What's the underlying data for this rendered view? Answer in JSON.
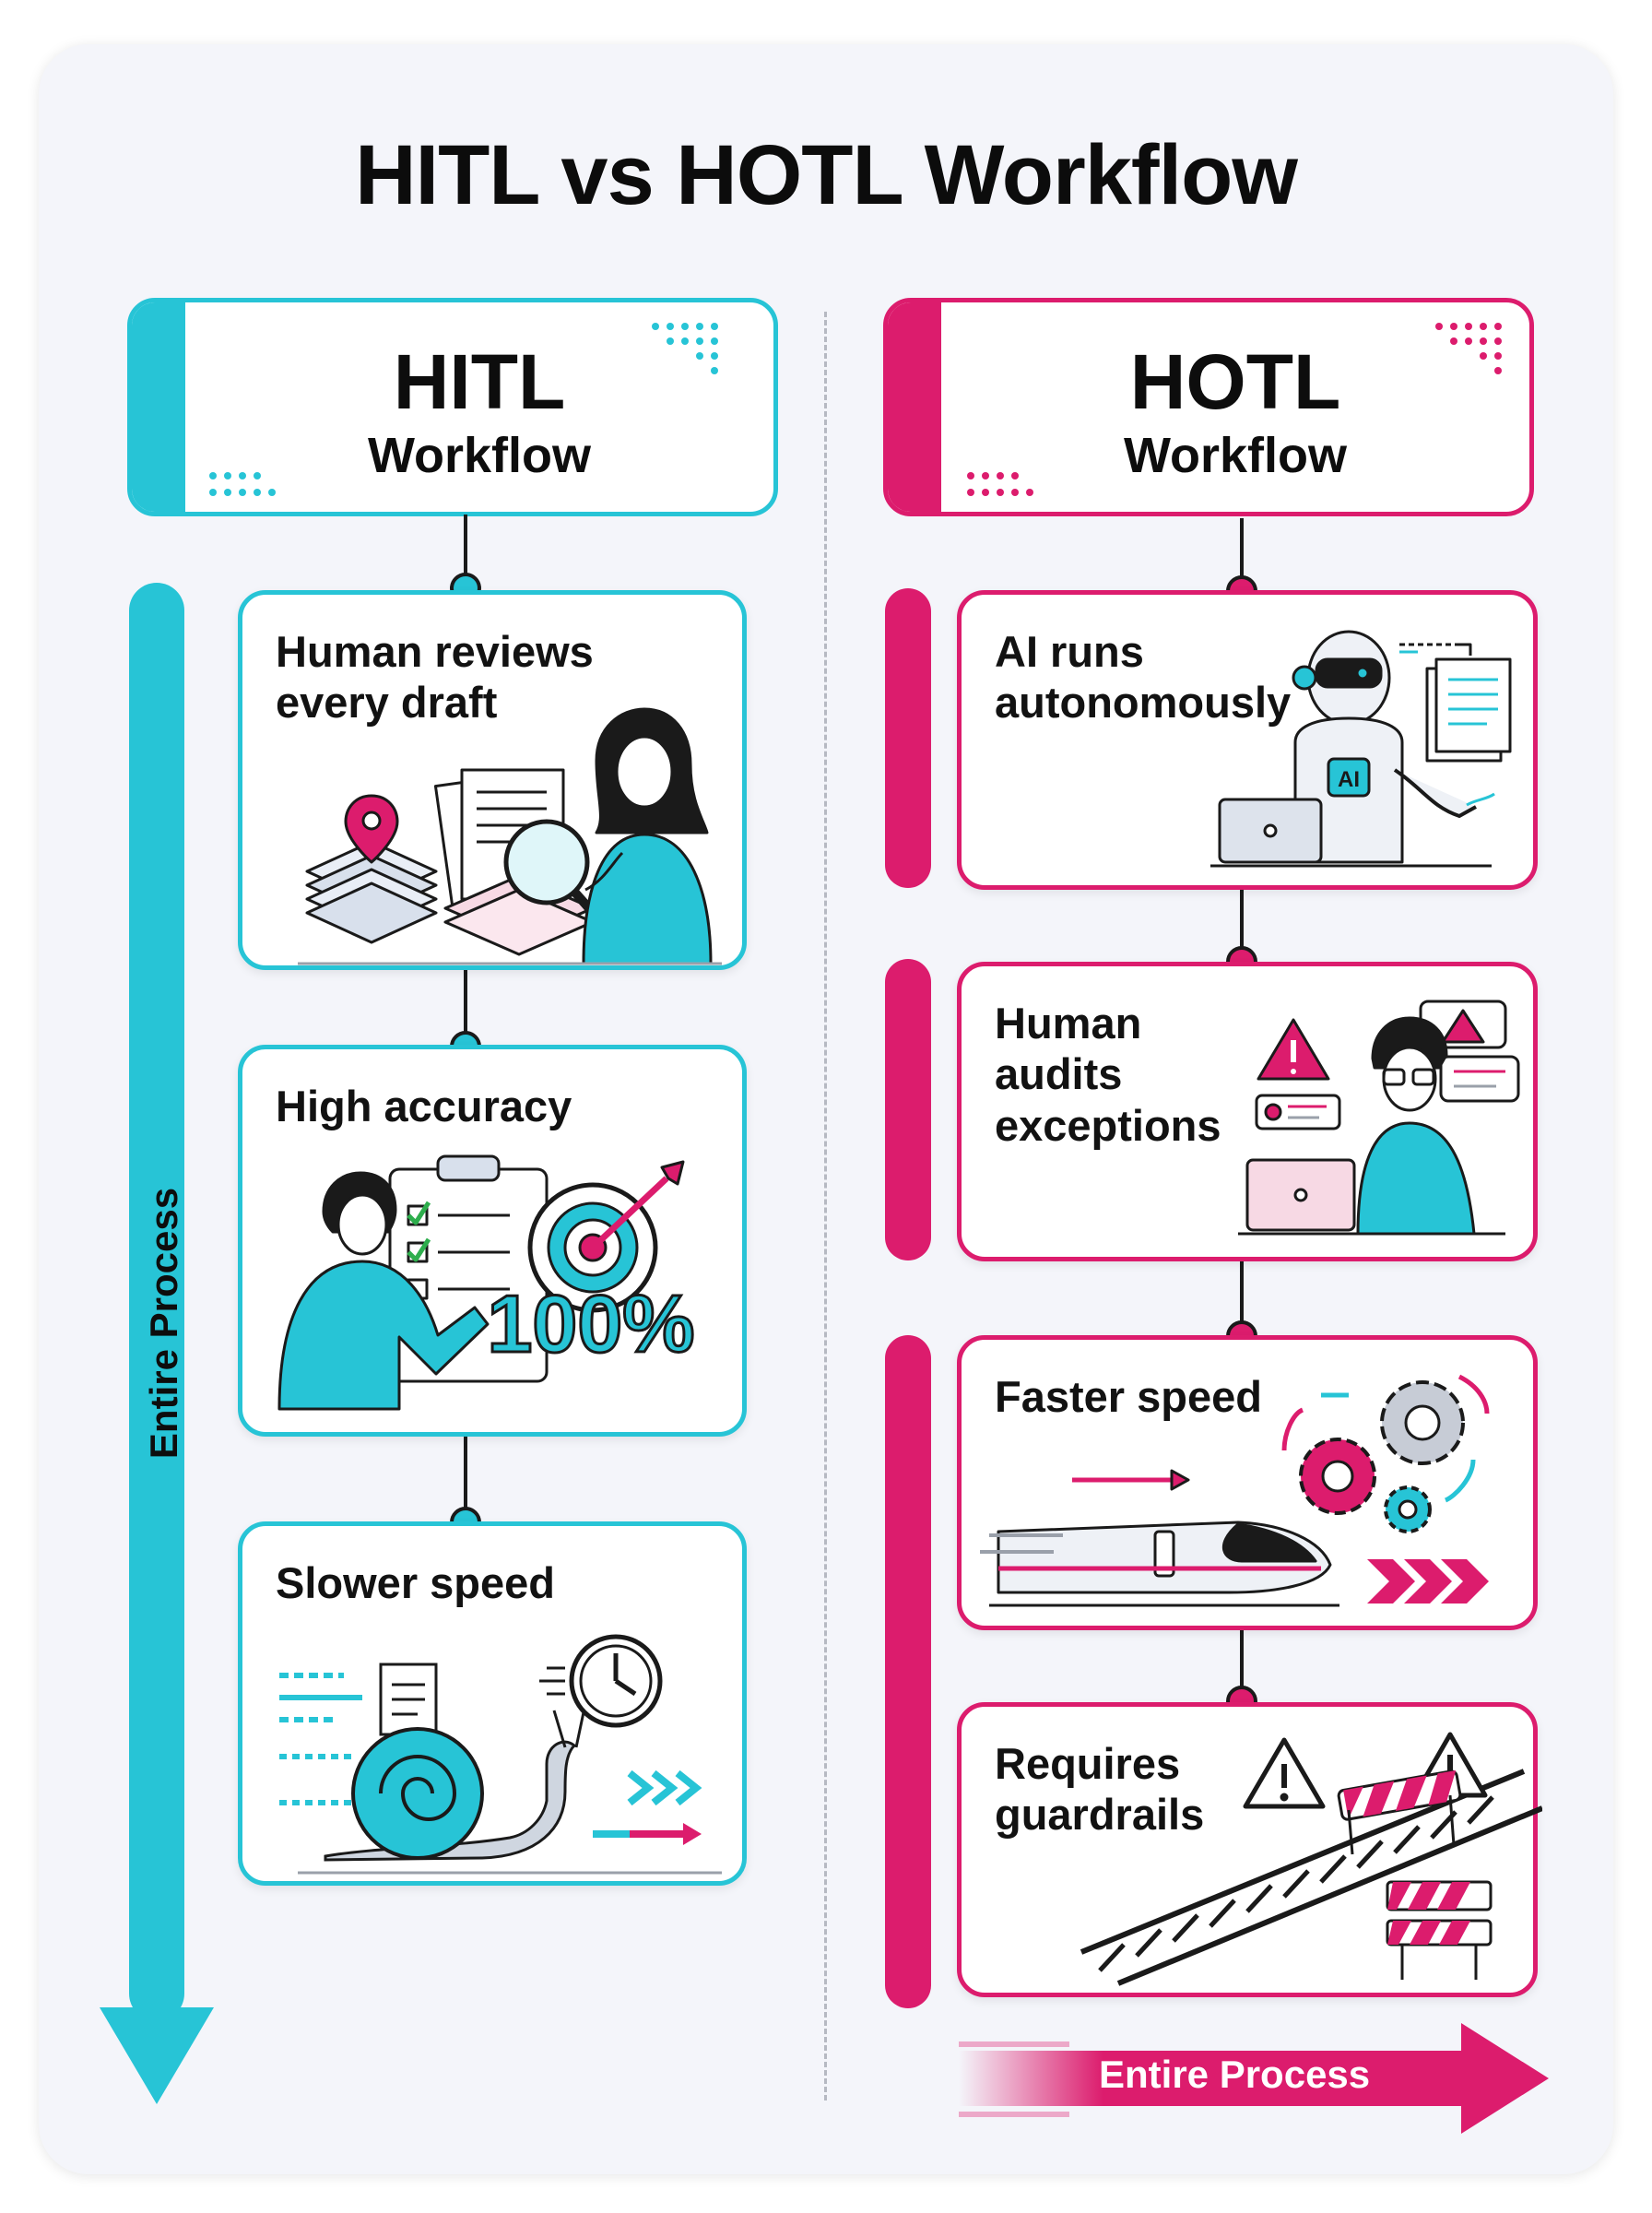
{
  "title": "HITL vs HOTL Workflow",
  "colors": {
    "hitl": "#27c4d6",
    "hotl": "#dc1c6d",
    "ink": "#0d0d0d"
  },
  "hitl": {
    "header": {
      "title": "HITL",
      "subtitle": "Workflow"
    },
    "process_label": "Entire Process",
    "steps": [
      {
        "label": "Human reviews every draft",
        "icon": "person-with-magnifier-and-papers-icon"
      },
      {
        "label": "High accuracy",
        "icon": "checklist-target-icon",
        "value": "100%"
      },
      {
        "label": "Slower speed",
        "icon": "snail-clock-icon"
      }
    ]
  },
  "hotl": {
    "header": {
      "title": "HOTL",
      "subtitle": "Workflow"
    },
    "process_label": "Entire Process",
    "steps": [
      {
        "label": "AI runs autonomously",
        "icon": "robot-laptop-icon",
        "badge": "AI"
      },
      {
        "label": "Human audits exceptions",
        "icon": "person-laptop-alerts-icon"
      },
      {
        "label": "Faster speed",
        "icon": "train-gears-icon"
      },
      {
        "label": "Requires guardrails",
        "icon": "rails-barrier-icon"
      }
    ]
  }
}
